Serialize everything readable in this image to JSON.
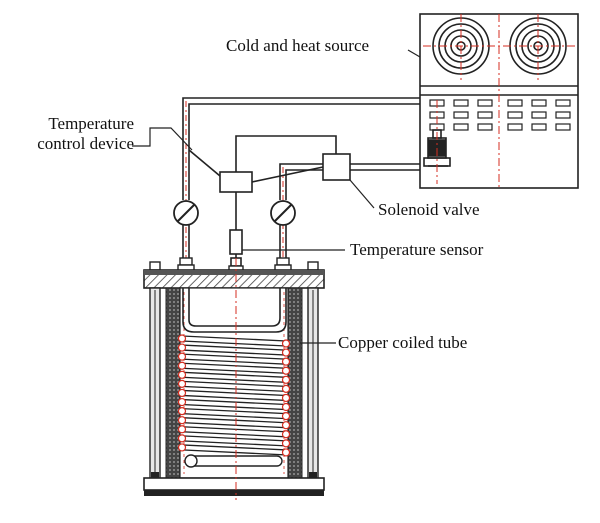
{
  "labels": {
    "cold_heat_source": "Cold and heat source",
    "temperature_control_line1": "Temperature",
    "temperature_control_line2": "control device",
    "solenoid_valve": "Solenoid valve",
    "temperature_sensor": "Temperature sensor",
    "copper_coiled_tube": "Copper coiled tube"
  },
  "colors": {
    "line": "#222222",
    "centerline": "#d62d20",
    "hatch": "#444444",
    "coil_fill": "#ffffff"
  },
  "coil": {
    "turns": 13
  },
  "panel": {
    "button_rows": 3,
    "button_cols": 6
  }
}
